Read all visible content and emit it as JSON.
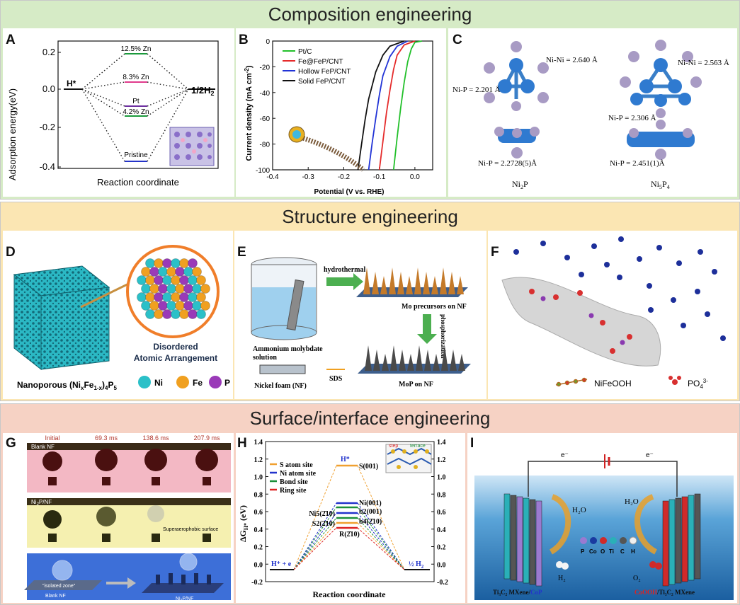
{
  "sections": {
    "composition": "Composition engineering",
    "structure": "Structure engineering",
    "surface": "Surface/interface engineering"
  },
  "panel_labels": [
    "A",
    "B",
    "C",
    "D",
    "E",
    "F",
    "G",
    "H",
    "I"
  ],
  "colors": {
    "composition_band": "#d6ebc6",
    "structure_band": "#fbe6b3",
    "surface_band": "#f6d2c4"
  },
  "panelA": {
    "ylabel": "Adsorption energy(eV)",
    "xlabel": "Reaction coordinate",
    "left_label": "H*",
    "right_label": "1/2H",
    "right_sub": "2",
    "levels": [
      "12.5% Zn",
      "8.3% Zn",
      "Pt",
      "4.2% Zn",
      "Pristine"
    ],
    "yticks": [
      "0.2",
      "0.0",
      "-0.2",
      "-0.4"
    ]
  },
  "chart_data": {
    "type": "line",
    "title": "",
    "xlabel": "Potential (V vs. RHE)",
    "ylabel": "Current density (mA cm",
    "ylabel_sup": "-2",
    "xlim": [
      -0.4,
      0.05
    ],
    "ylim": [
      -100,
      0
    ],
    "xticks": [
      "-0.4",
      "-0.3",
      "-0.2",
      "-0.1",
      "0.0"
    ],
    "yticks": [
      "0",
      "-20",
      "-40",
      "-60",
      "-80",
      "-100"
    ],
    "legend_position": "top-left",
    "series": [
      {
        "name": "Pt/C",
        "color": "#22c02a",
        "x": [
          -0.06,
          -0.05,
          -0.04,
          -0.03,
          -0.02,
          -0.01,
          0.0,
          0.02
        ],
        "y": [
          -100,
          -75,
          -52,
          -32,
          -16,
          -6,
          -1,
          0
        ]
      },
      {
        "name": "Fe@FeP/CNT",
        "color": "#e52b2b",
        "x": [
          -0.1,
          -0.09,
          -0.08,
          -0.07,
          -0.06,
          -0.05,
          -0.03,
          0.0
        ],
        "y": [
          -100,
          -78,
          -56,
          -38,
          -22,
          -11,
          -3,
          0
        ]
      },
      {
        "name": "Hollow FeP/CNT",
        "color": "#2133d6",
        "x": [
          -0.13,
          -0.12,
          -0.11,
          -0.1,
          -0.09,
          -0.07,
          -0.05,
          -0.02
        ],
        "y": [
          -100,
          -79,
          -60,
          -42,
          -27,
          -12,
          -4,
          0
        ]
      },
      {
        "name": "Solid FeP/CNT",
        "color": "#111111",
        "x": [
          -0.16,
          -0.15,
          -0.14,
          -0.13,
          -0.11,
          -0.09,
          -0.07,
          -0.03
        ],
        "y": [
          -100,
          -80,
          -61,
          -45,
          -24,
          -11,
          -4,
          0
        ]
      }
    ]
  },
  "panelC": {
    "labels": [
      "Ni-Ni = 2.640 Å",
      "Ni-P = 2.201 Å",
      "Ni-Ni = 2.563 Å",
      "Ni-P = 2.306 Å",
      "Ni-P = 2.2728(5)Å",
      "Ni-P = 2.451(1)Å"
    ],
    "formula1": "Ni",
    "formula1_sub": "2",
    "formula1_tail": "P",
    "formula2": "Ni",
    "formula2_sub": "5",
    "formula2_tail": "P",
    "formula2_sub2": "4"
  },
  "panelD": {
    "caption_pre": "Nanoporous (Ni",
    "caption_x": "x",
    "caption_mid": "Fe",
    "caption_1x": "1-x",
    "caption_close": ")",
    "caption_4": "4",
    "caption_p": "P",
    "caption_5": "5",
    "disorder1": "Disordered",
    "disorder2": "Atomic Arrangement",
    "legend": [
      "Ni",
      "Fe",
      "P"
    ]
  },
  "panelE": {
    "hydrothermal": "hydrothermal",
    "mo_precursors": "Mo precursors on NF",
    "phosphorization": "phosphorization",
    "ammonium1": "Ammonium molybdate",
    "ammonium2": "solution",
    "sds": "SDS",
    "nickel_foam": "Nickel foam (NF)",
    "mop": "MoP on NF"
  },
  "panelF": {
    "legend1": "NiFeOOH",
    "legend2": "PO",
    "legend2_sub": "4",
    "legend2_sup": "3-"
  },
  "panelG": {
    "times": [
      "Initial",
      "69.3 ms",
      "138.6 ms",
      "207.9 ms"
    ],
    "blank": "Blank NF",
    "ni2p": "Ni",
    "ni2p_sub": "2",
    "ni2p_tail": "P/NF",
    "superaerophobic": "Superaerophobic surface",
    "isolated": "\"isolated zone\"",
    "blank2": "Blank NF",
    "ni2p2": "Ni",
    "ni2p2_sub": "2",
    "ni2p2_tail": "P/NF"
  },
  "panelH": {
    "ylabel": "ΔG",
    "ylabel_sub": "H*",
    "ylabel_unit": " (eV)",
    "xlabel": "Reaction coordinate",
    "yticks": [
      "1.4",
      "1.2",
      "1.0",
      "0.8",
      "0.6",
      "0.4",
      "0.2",
      "0.0",
      "-0.2"
    ],
    "legend": [
      {
        "label": "S atom site",
        "color": "#f0a030"
      },
      {
        "label": "Ni atom site",
        "color": "#2233cc"
      },
      {
        "label": "Bond site",
        "color": "#1b8f3a"
      },
      {
        "label": "Ring site",
        "color": "#dd2222"
      }
    ],
    "hstar": "H*",
    "s001": "S(001)",
    "ni001": "Ni(001)",
    "b2001": "b2(001)",
    "ni5": "Ni5(2̄10)",
    "b4": "b4(2̄10)",
    "s2": "S2(2̄10)",
    "r": "R(2̄10)",
    "h_e": "H⁺ + e",
    "half_h2": "½ H",
    "half_h2_sub": "2",
    "step": "step",
    "terrace": "terrace"
  },
  "panelI": {
    "e1": "e⁻",
    "e2": "e⁻",
    "h2o1": "H₂O",
    "h2o2": "H₂O",
    "legend": [
      "P",
      "Co",
      "O",
      "Ti",
      "C",
      "H"
    ],
    "ti3c2_sub1": "3",
    "ti3c2_sub2": "C",
    "h2": "H₂",
    "o2": "O₂",
    "left_label": "Ti₃C₂ MXene/",
    "left_label2": "CoP",
    "right_label": "CoOOH",
    "right_label2": "/Ti₃C₂ MXene"
  }
}
